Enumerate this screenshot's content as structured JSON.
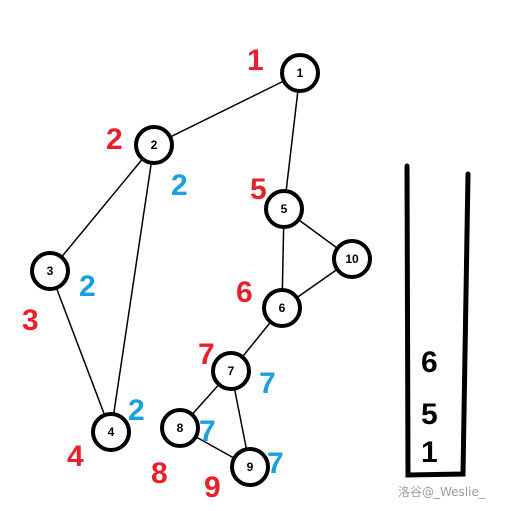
{
  "colors": {
    "dfn_label": "#e8202a",
    "low_label": "#1aa0e0",
    "node_stroke": "#000000",
    "edge": "#000000"
  },
  "graph": {
    "nodes": [
      {
        "id": "1",
        "label": "1"
      },
      {
        "id": "2",
        "label": "2"
      },
      {
        "id": "3",
        "label": "3"
      },
      {
        "id": "4",
        "label": "4"
      },
      {
        "id": "5",
        "label": "5"
      },
      {
        "id": "6",
        "label": "6"
      },
      {
        "id": "7",
        "label": "7"
      },
      {
        "id": "8",
        "label": "8"
      },
      {
        "id": "9",
        "label": "9"
      },
      {
        "id": "10",
        "label": "10"
      }
    ],
    "edges": [
      [
        "1",
        "2"
      ],
      [
        "1",
        "5"
      ],
      [
        "2",
        "3"
      ],
      [
        "2",
        "4"
      ],
      [
        "3",
        "4"
      ],
      [
        "5",
        "6"
      ],
      [
        "5",
        "10"
      ],
      [
        "6",
        "10"
      ],
      [
        "6",
        "7"
      ],
      [
        "7",
        "8"
      ],
      [
        "7",
        "9"
      ],
      [
        "8",
        "9"
      ]
    ],
    "red_labels": [
      "1",
      "2",
      "3",
      "4",
      "5",
      "6",
      "7",
      "8",
      "9"
    ],
    "blue_labels": [
      "2",
      "2",
      "2",
      "7",
      "7",
      "7"
    ]
  },
  "stack": {
    "items": [
      "6",
      "5",
      "1"
    ]
  },
  "watermark": "洛谷@_Weslie_"
}
